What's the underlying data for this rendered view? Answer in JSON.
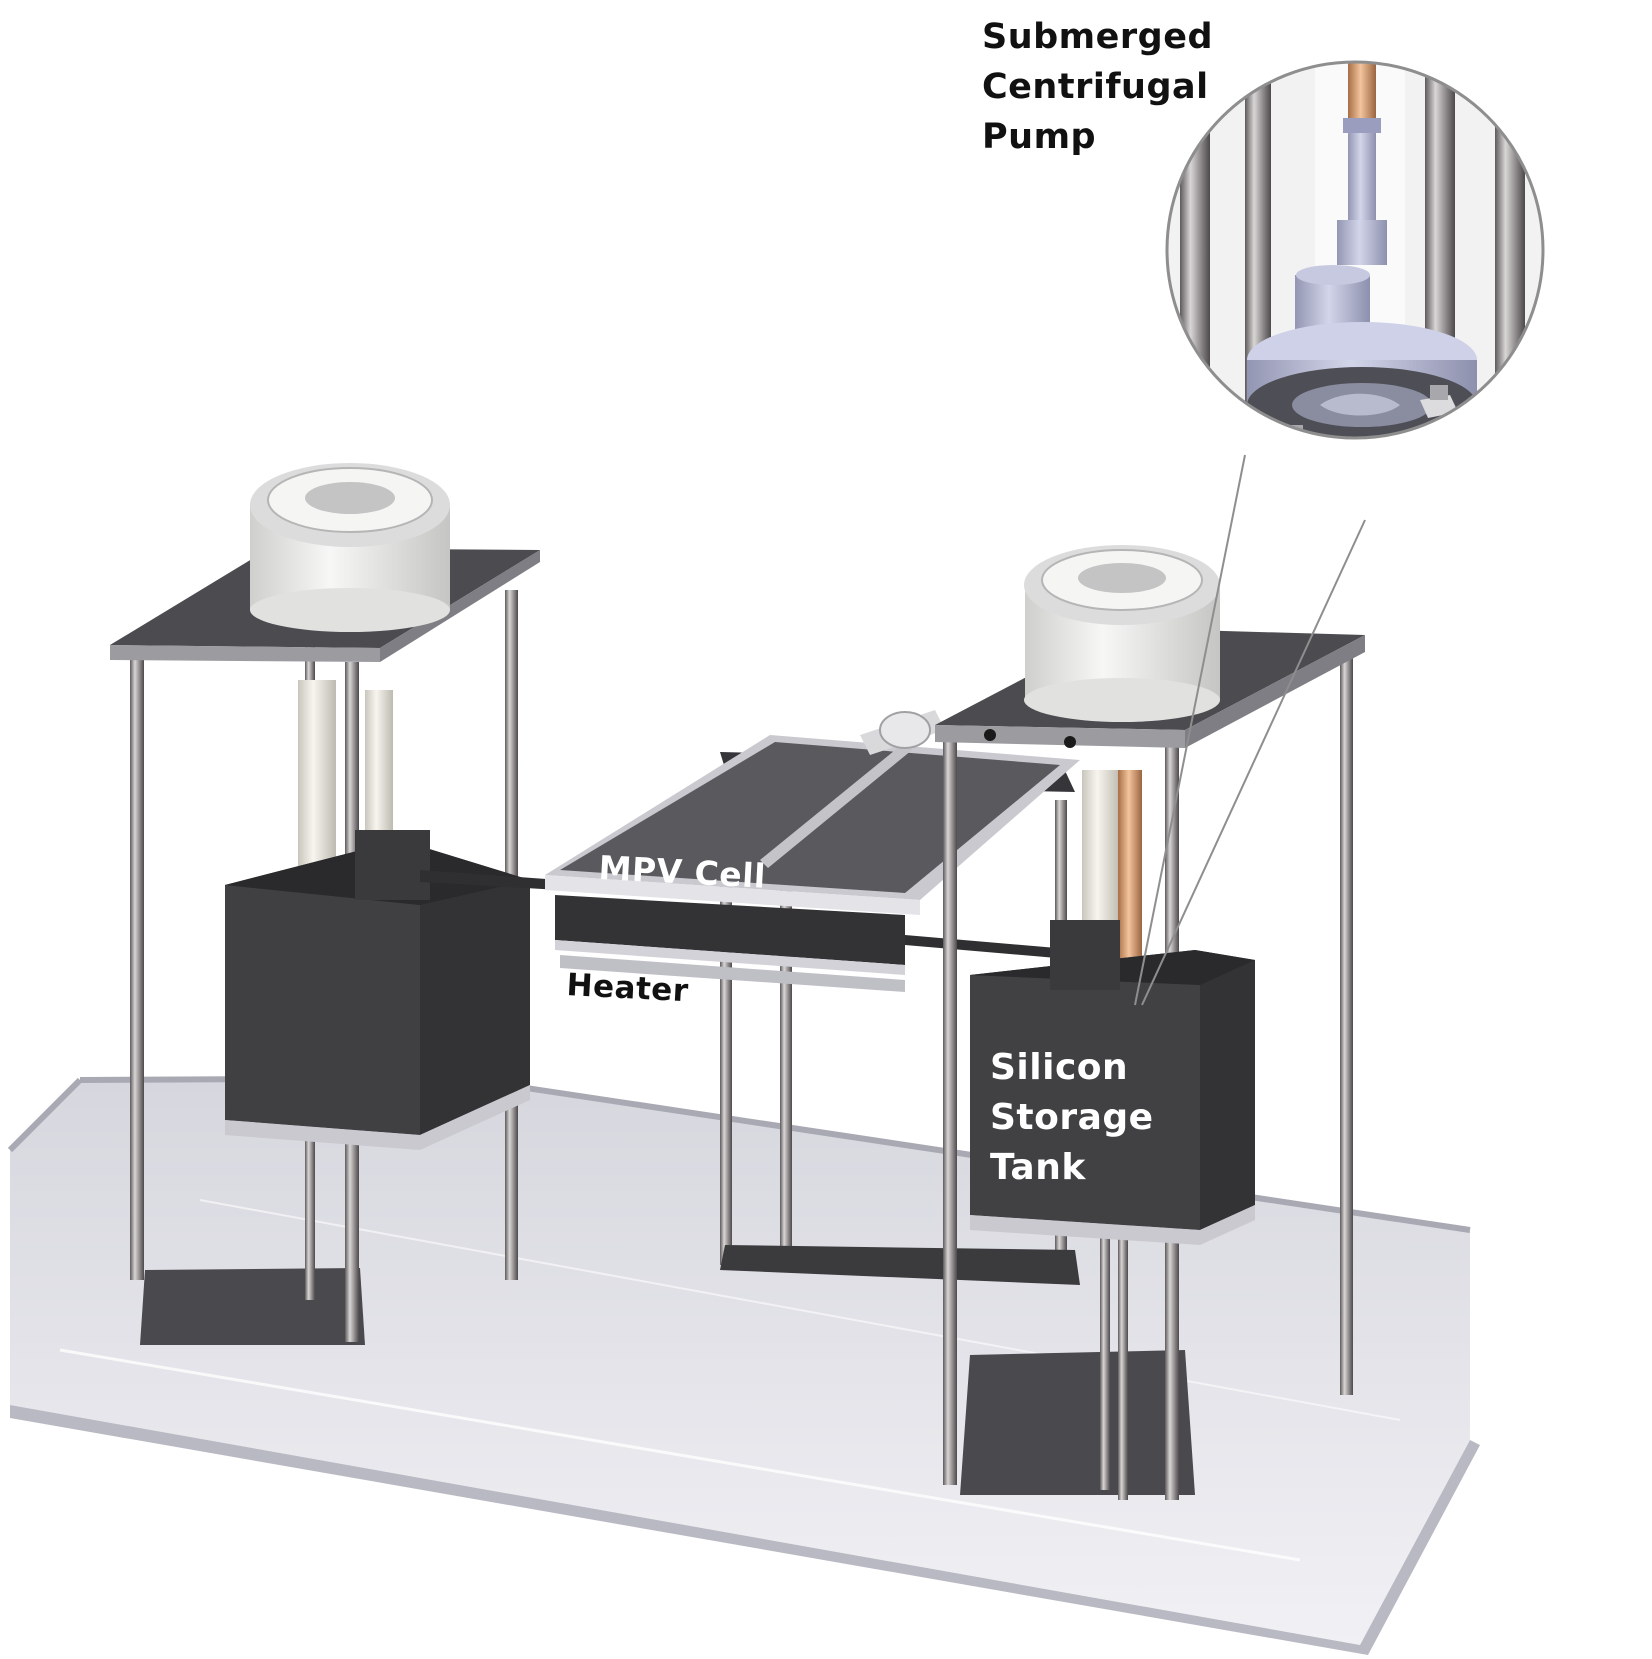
{
  "labels": {
    "pump": "Submerged\nCentrifugal\nPump",
    "mpv_cell": "MPV Cell",
    "heater": "Heater",
    "storage_tank": "Silicon\nStorage\nTank"
  },
  "colors": {
    "tray": "#e3e3ea",
    "tank": "#3c3c3c",
    "frame_rod": "#8a8586",
    "top_plate": "#4a4a4e",
    "fan_housing": "#ededec",
    "pump_body": "#b8bbd6",
    "copper_tube": "#d29a6e"
  }
}
